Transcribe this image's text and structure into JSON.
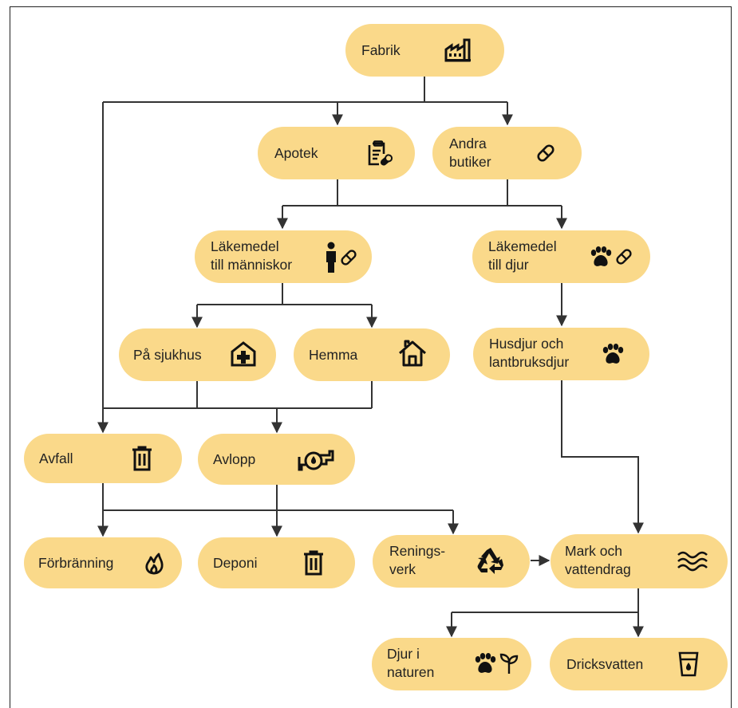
{
  "diagram": {
    "nodes": {
      "fabrik": {
        "lines": [
          "Fabrik"
        ],
        "icon": "factory-icon"
      },
      "apotek": {
        "lines": [
          "Apotek"
        ],
        "icon": "clipboard-pill-icon"
      },
      "andra": {
        "lines": [
          "Andra",
          "butiker"
        ],
        "icon": "pill-icon"
      },
      "lakemedel_manniskor": {
        "lines": [
          "Läkemedel",
          "till människor"
        ],
        "icon": "person-pill-icon"
      },
      "lakemedel_djur": {
        "lines": [
          "Läkemedel",
          "till djur"
        ],
        "icon": "paw-pill-icon"
      },
      "sjukhus": {
        "lines": [
          "På sjukhus"
        ],
        "icon": "hospital-icon"
      },
      "hemma": {
        "lines": [
          "Hemma"
        ],
        "icon": "house-icon"
      },
      "husdjur": {
        "lines": [
          "Husdjur och",
          "lantbruksdjur"
        ],
        "icon": "paw-icon"
      },
      "avfall": {
        "lines": [
          "Avfall"
        ],
        "icon": "trash-icon"
      },
      "avlopp": {
        "lines": [
          "Avlopp"
        ],
        "icon": "drain-pipe-icon"
      },
      "forbranning": {
        "lines": [
          "Förbränning"
        ],
        "icon": "flame-icon"
      },
      "deponi": {
        "lines": [
          "Deponi"
        ],
        "icon": "trash-icon"
      },
      "renings": {
        "lines": [
          "Renings-",
          "verk"
        ],
        "icon": "recycle-icon"
      },
      "mark": {
        "lines": [
          "Mark och",
          "vattendrag"
        ],
        "icon": "waves-icon"
      },
      "djur_naturen": {
        "lines": [
          "Djur i",
          "naturen"
        ],
        "icon": "paw-sprout-icon"
      },
      "dricksvatten": {
        "lines": [
          "Dricksvatten"
        ],
        "icon": "water-glass-icon"
      }
    },
    "edges": [
      {
        "from": "fabrik",
        "to": "apotek"
      },
      {
        "from": "fabrik",
        "to": "andra"
      },
      {
        "from": "fabrik",
        "to": "avfall"
      },
      {
        "from": "apotek",
        "to": "lakemedel_manniskor"
      },
      {
        "from": "apotek",
        "to": "lakemedel_djur"
      },
      {
        "from": "andra",
        "to": "lakemedel_manniskor"
      },
      {
        "from": "andra",
        "to": "lakemedel_djur"
      },
      {
        "from": "lakemedel_manniskor",
        "to": "sjukhus"
      },
      {
        "from": "lakemedel_manniskor",
        "to": "hemma"
      },
      {
        "from": "lakemedel_djur",
        "to": "husdjur"
      },
      {
        "from": "sjukhus",
        "to": "avfall"
      },
      {
        "from": "sjukhus",
        "to": "avlopp"
      },
      {
        "from": "hemma",
        "to": "avfall"
      },
      {
        "from": "hemma",
        "to": "avlopp"
      },
      {
        "from": "avfall",
        "to": "forbranning"
      },
      {
        "from": "avfall",
        "to": "deponi"
      },
      {
        "from": "avfall",
        "to": "renings"
      },
      {
        "from": "avlopp",
        "to": "deponi"
      },
      {
        "from": "avlopp",
        "to": "renings"
      },
      {
        "from": "husdjur",
        "to": "mark"
      },
      {
        "from": "renings",
        "to": "mark"
      },
      {
        "from": "mark",
        "to": "djur_naturen"
      },
      {
        "from": "mark",
        "to": "dricksvatten"
      }
    ],
    "colors": {
      "node_fill": "#fad98a",
      "line": "#333333",
      "text": "#222222"
    }
  }
}
